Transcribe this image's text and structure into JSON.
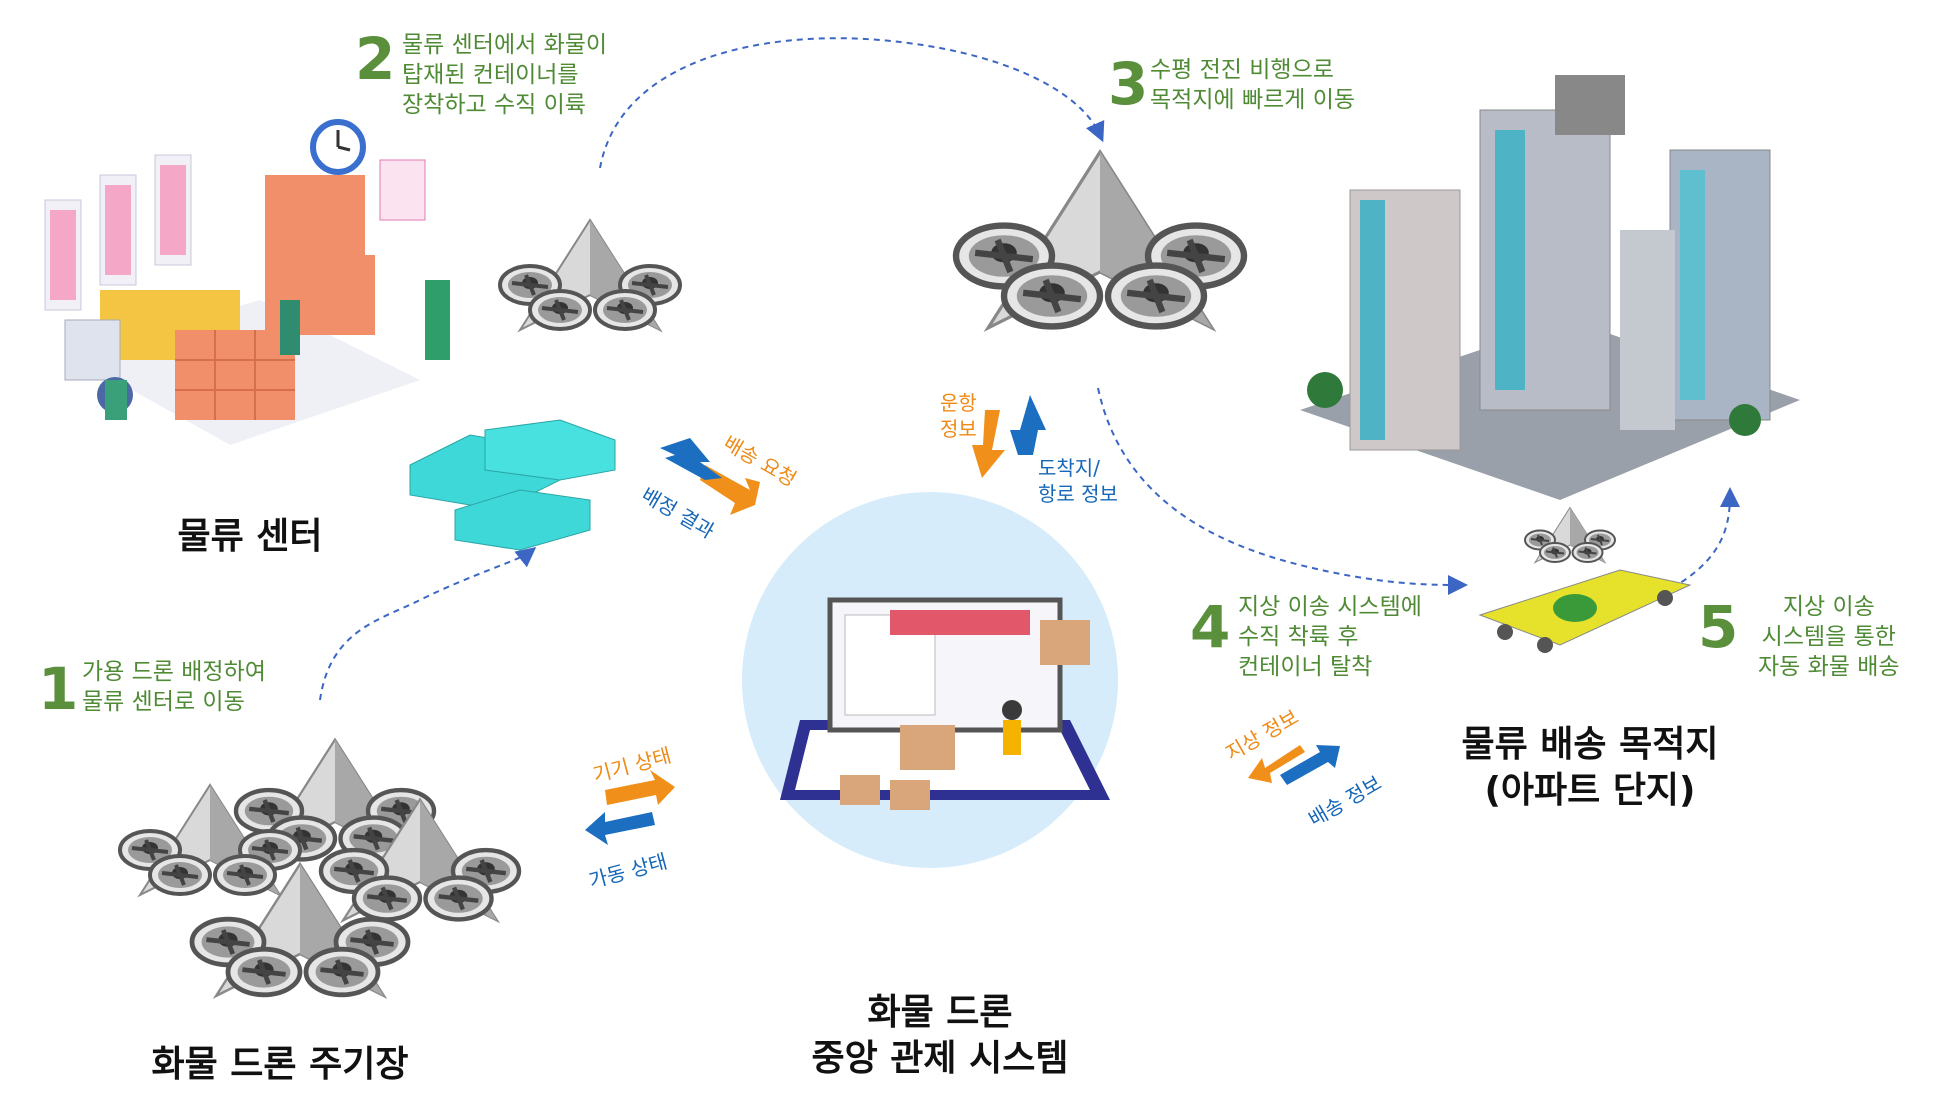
{
  "steps": [
    {
      "num": "1",
      "text": "가용 드론 배정하여\n물류 센터로 이동"
    },
    {
      "num": "2",
      "text": "물류 센터에서 화물이\n탑재된 컨테이너를\n장착하고 수직 이륙"
    },
    {
      "num": "3",
      "text": "수평 전진 비행으로\n목적지에 빠르게 이동"
    },
    {
      "num": "4",
      "text": "지상 이송 시스템에\n수직 착륙 후\n컨테이너 탈착"
    },
    {
      "num": "5",
      "text": "지상 이송\n시스템을 통한\n자동 화물 배송"
    }
  ],
  "titles": {
    "logistics_center": "물류 센터",
    "drone_base": "화물 드론 주기장",
    "control_system": "화물 드론\n중앙 관제 시스템",
    "destination": "물류 배송 목적지\n(아파트 단지)"
  },
  "flows": {
    "center_request": "배송 요청",
    "center_result": "배정 결과",
    "flight_info": "운항\n정보",
    "route_info": "도착지/\n항로 정보",
    "device_status": "기기 상태",
    "operation_status": "가동 상태",
    "ground_info": "지상 정보",
    "delivery_info": "배송 정보"
  },
  "colors": {
    "step_green": "#5a8f3c",
    "arrow_orange": "#f0901a",
    "arrow_blue": "#1c6fc0",
    "dashed_path": "#3c66c4",
    "control_circle": "#d7ecfb",
    "container_teal": "#3fd8d8"
  },
  "icons": {
    "warehouse": "warehouse-illustration",
    "drone": "cargo-drone-icon",
    "buildings": "apartment-buildings-illustration",
    "ground_vehicle": "ground-transport-vehicle-icon",
    "laptop": "control-laptop-illustration",
    "containers": "cargo-container-icon"
  }
}
